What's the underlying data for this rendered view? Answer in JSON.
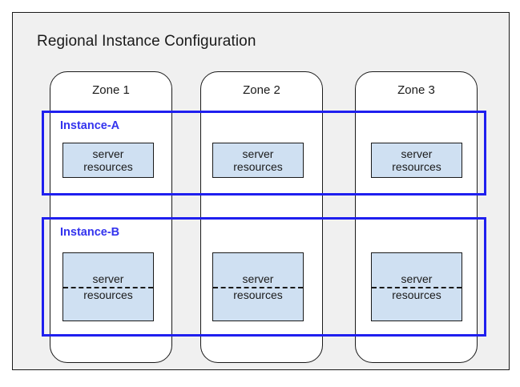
{
  "diagram": {
    "title": "Regional Instance Configuration",
    "background_color": "#f0f0f0",
    "frame_border_color": "#1a1a1a",
    "zones": [
      {
        "label": "Zone 1"
      },
      {
        "label": "Zone 2"
      },
      {
        "label": "Zone 3"
      }
    ],
    "instances": [
      {
        "label": "Instance-A",
        "accent_color": "#3333ee",
        "resource_style": "solid",
        "resources": [
          {
            "line1": "server",
            "line2": "resources"
          },
          {
            "line1": "server",
            "line2": "resources"
          },
          {
            "line1": "server",
            "line2": "resources"
          }
        ]
      },
      {
        "label": "Instance-B",
        "accent_color": "#3333ee",
        "resource_style": "split-dashed",
        "resources": [
          {
            "line1": "server",
            "line2": "resources"
          },
          {
            "line1": "server",
            "line2": "resources"
          },
          {
            "line1": "server",
            "line2": "resources"
          }
        ]
      }
    ],
    "resource_fill_color": "#cfe0f2",
    "resource_border_color": "#1a1a1a"
  }
}
